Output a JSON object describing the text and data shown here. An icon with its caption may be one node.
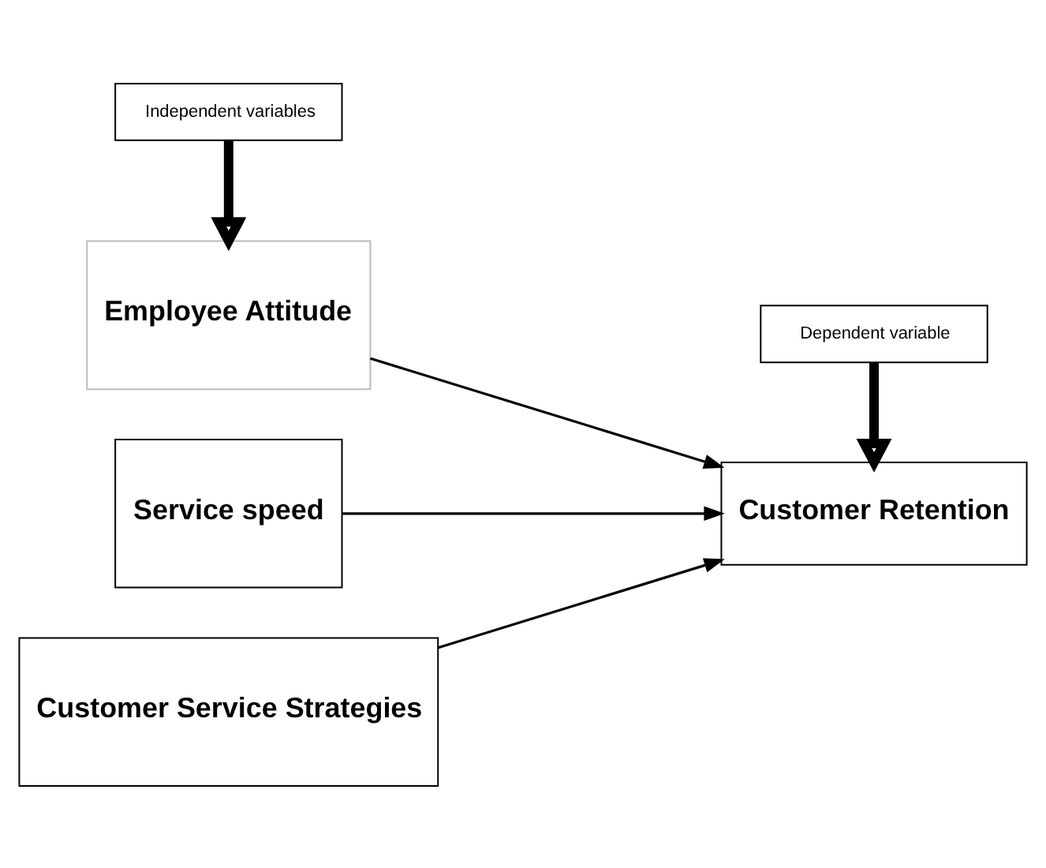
{
  "diagram": {
    "nodes": [
      {
        "text": [
          "Independent variables"
        ]
      },
      {
        "text": [
          "Dependent variable"
        ]
      },
      {
        "text": [
          "Employee Attitude"
        ]
      },
      {
        "text": [
          "Service speed"
        ]
      },
      {
        "text": [
          "Customer Service Strategies"
        ]
      },
      {
        "text": [
          "Customer Retention"
        ]
      }
    ],
    "edges": [
      {
        "from": 0,
        "to": 2,
        "arrow": "to",
        "style": "thick"
      },
      {
        "from": 1,
        "to": 5,
        "arrow": "to",
        "style": "thick"
      },
      {
        "from": 2,
        "to": 5,
        "arrow": "to"
      },
      {
        "from": 3,
        "to": 5,
        "arrow": "to"
      },
      {
        "from": 4,
        "to": 5,
        "arrow": "to"
      }
    ]
  }
}
